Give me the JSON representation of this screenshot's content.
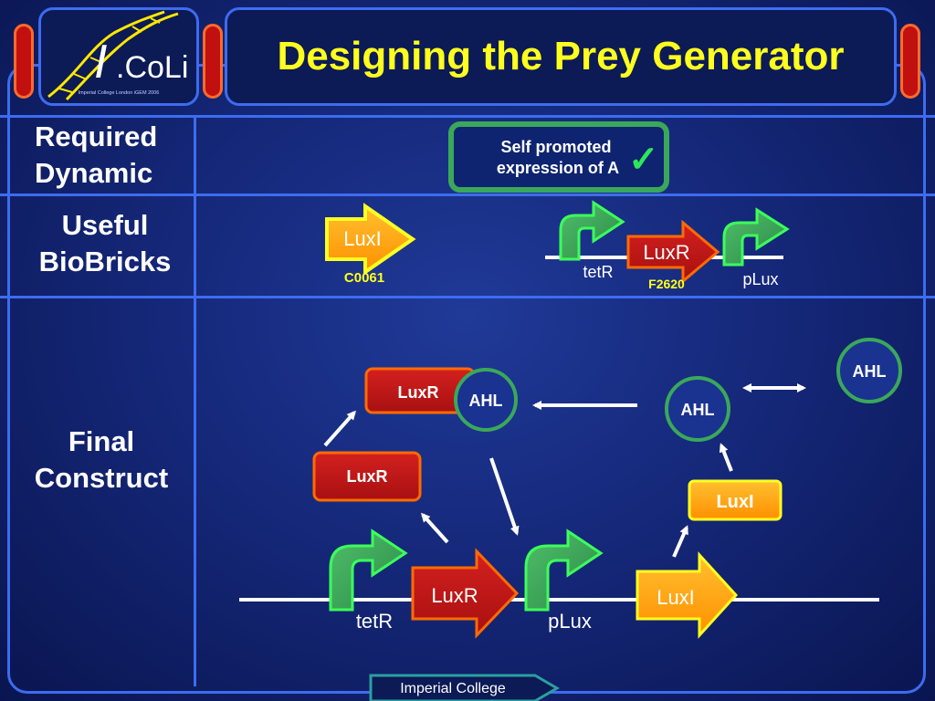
{
  "slide": {
    "title": "Designing the Prey Generator",
    "logo": {
      "text": ".CoLi",
      "letter": "I",
      "tagline": "Imperial College London iGEM 2006"
    },
    "footer": "Imperial College"
  },
  "rows": {
    "required": {
      "label_line1": "Required",
      "label_line2": "Dynamic",
      "box_line1": "Self promoted",
      "box_line2": "expression of A",
      "check": "✓"
    },
    "useful": {
      "label_line1": "Useful",
      "label_line2": "BioBricks",
      "luxi": "LuxI",
      "luxi_code": "C0061",
      "tetr": "tetR",
      "luxr": "LuxR",
      "luxr_code": "F2620",
      "plux": "pLux"
    },
    "final": {
      "label_line1": "Final",
      "label_line2": "Construct",
      "tetr": "tetR",
      "luxr_gene": "LuxR",
      "plux": "pLux",
      "luxi_gene": "LuxI",
      "luxr_protein": "LuxR",
      "luxr_complex": "LuxR",
      "ahl_bound": "AHL",
      "luxi_protein": "LuxI",
      "ahl_inside": "AHL",
      "ahl_outside": "AHL"
    }
  },
  "colors": {
    "title": "#ffff1e",
    "border": "#3d6cf0",
    "promoter": "#3aa85a",
    "luxr": "#c01818",
    "luxi": "#ffa500",
    "ahl": "#1a3290"
  }
}
